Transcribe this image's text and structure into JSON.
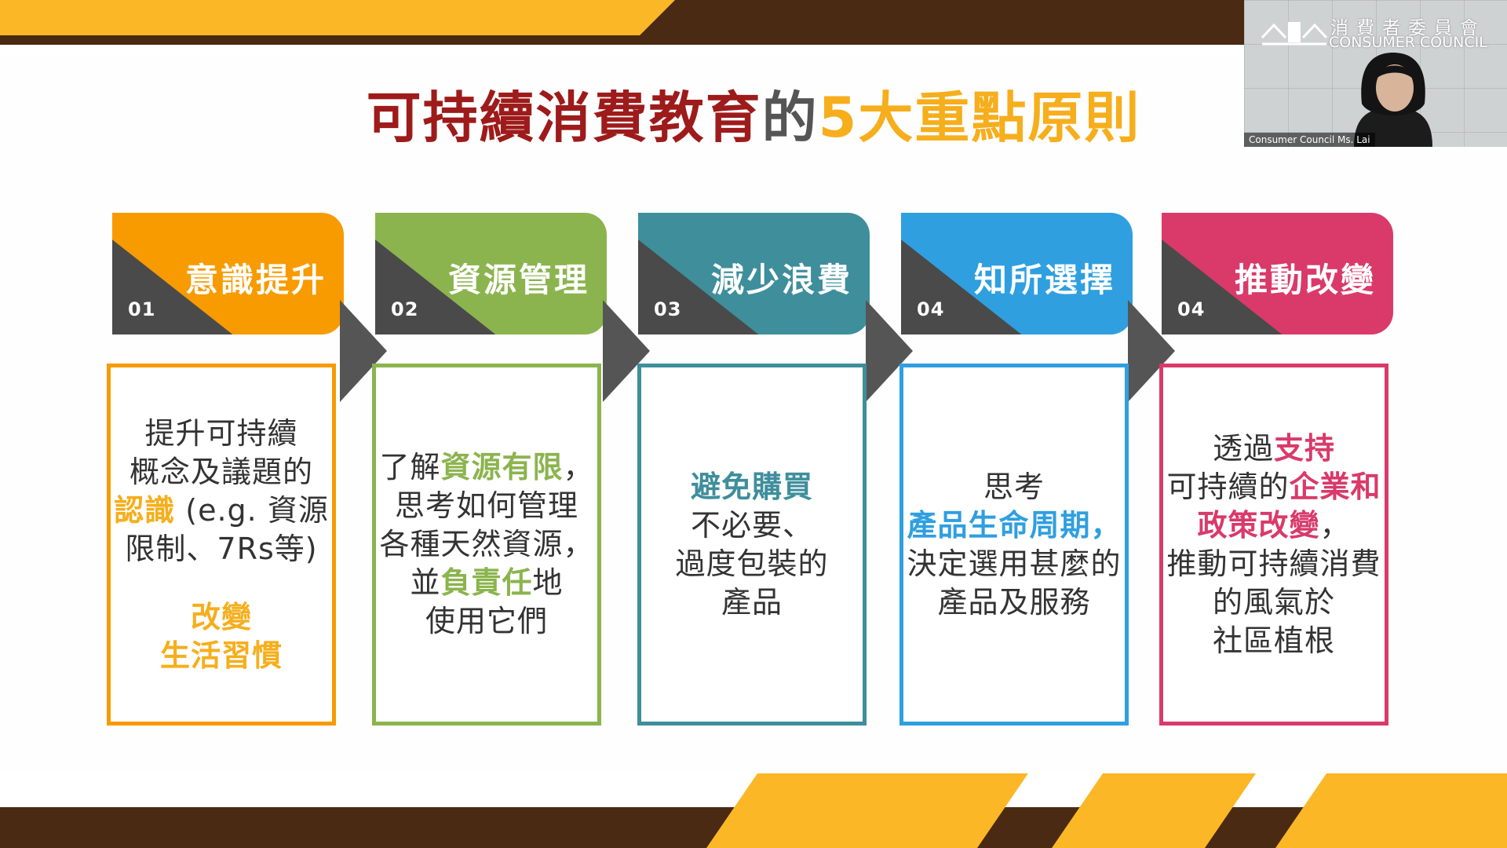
{
  "slide": {
    "title_part1": "可持續消費教育",
    "title_part2": "的",
    "title_part3": "5大重點原則"
  },
  "colors": {
    "orange": "#f79b00",
    "green": "#8bb44e",
    "teal": "#3e8e9c",
    "blue": "#2f9fe0",
    "pink": "#d93a6a",
    "title_red": "#9e1b1b",
    "title_gold": "#f6ae1c",
    "stripe_gold": "#fbb726",
    "stripe_brown": "#4a2a12"
  },
  "steps": [
    {
      "label": "意識提升",
      "num": "01",
      "lines": [
        [
          {
            "t": "提升可持續"
          }
        ],
        [
          {
            "t": "概念及議題的"
          }
        ],
        [
          {
            "t": "認識",
            "c": "#f6ae1c",
            "b": true
          },
          {
            "t": " (e.g. 資源"
          }
        ],
        [
          {
            "t": "限制、7Rs等)"
          }
        ],
        [],
        [
          {
            "t": "改變",
            "c": "#f6ae1c",
            "b": true
          }
        ],
        [
          {
            "t": "生活習慣",
            "c": "#f6ae1c",
            "b": true
          }
        ]
      ]
    },
    {
      "label": "資源管理",
      "num": "02",
      "lines": [
        [
          {
            "t": "了解"
          },
          {
            "t": "資源有限",
            "c": "#8bb44e",
            "b": true
          },
          {
            "t": "，"
          }
        ],
        [
          {
            "t": "思考如何管理"
          }
        ],
        [
          {
            "t": "各種天然資源，"
          }
        ],
        [
          {
            "t": "並"
          },
          {
            "t": "負責任",
            "c": "#8bb44e",
            "b": true
          },
          {
            "t": "地"
          }
        ],
        [
          {
            "t": "使用它們"
          }
        ]
      ]
    },
    {
      "label": "減少浪費",
      "num": "03",
      "lines": [
        [
          {
            "t": "避免購買",
            "c": "#3e8e9c",
            "b": true
          }
        ],
        [
          {
            "t": "不必要、"
          }
        ],
        [
          {
            "t": "過度包裝的"
          }
        ],
        [
          {
            "t": "產品"
          }
        ]
      ]
    },
    {
      "label": "知所選擇",
      "num": "04",
      "lines": [
        [
          {
            "t": "思考"
          }
        ],
        [
          {
            "t": "產品生命周期，",
            "c": "#2f9fe0",
            "b": true
          }
        ],
        [
          {
            "t": "決定選用甚麼的"
          }
        ],
        [
          {
            "t": "產品及服務"
          }
        ]
      ]
    },
    {
      "label": "推動改變",
      "num": "04",
      "lines": [
        [
          {
            "t": "透過"
          },
          {
            "t": "支持",
            "c": "#d93a6a",
            "b": true
          }
        ],
        [
          {
            "t": "可持續的"
          },
          {
            "t": "企業和",
            "c": "#d93a6a",
            "b": true
          }
        ],
        [
          {
            "t": "政策改變",
            "c": "#d93a6a",
            "b": true
          },
          {
            "t": "，"
          }
        ],
        [
          {
            "t": "推動可持續消費"
          }
        ],
        [
          {
            "t": "的風氣於"
          }
        ],
        [
          {
            "t": "社區植根"
          }
        ]
      ]
    }
  ],
  "webcam": {
    "logo_cn": "消費者委員會",
    "logo_en": "CONSUMER COUNCIL",
    "caption": "Consumer Council Ms. Lai"
  }
}
